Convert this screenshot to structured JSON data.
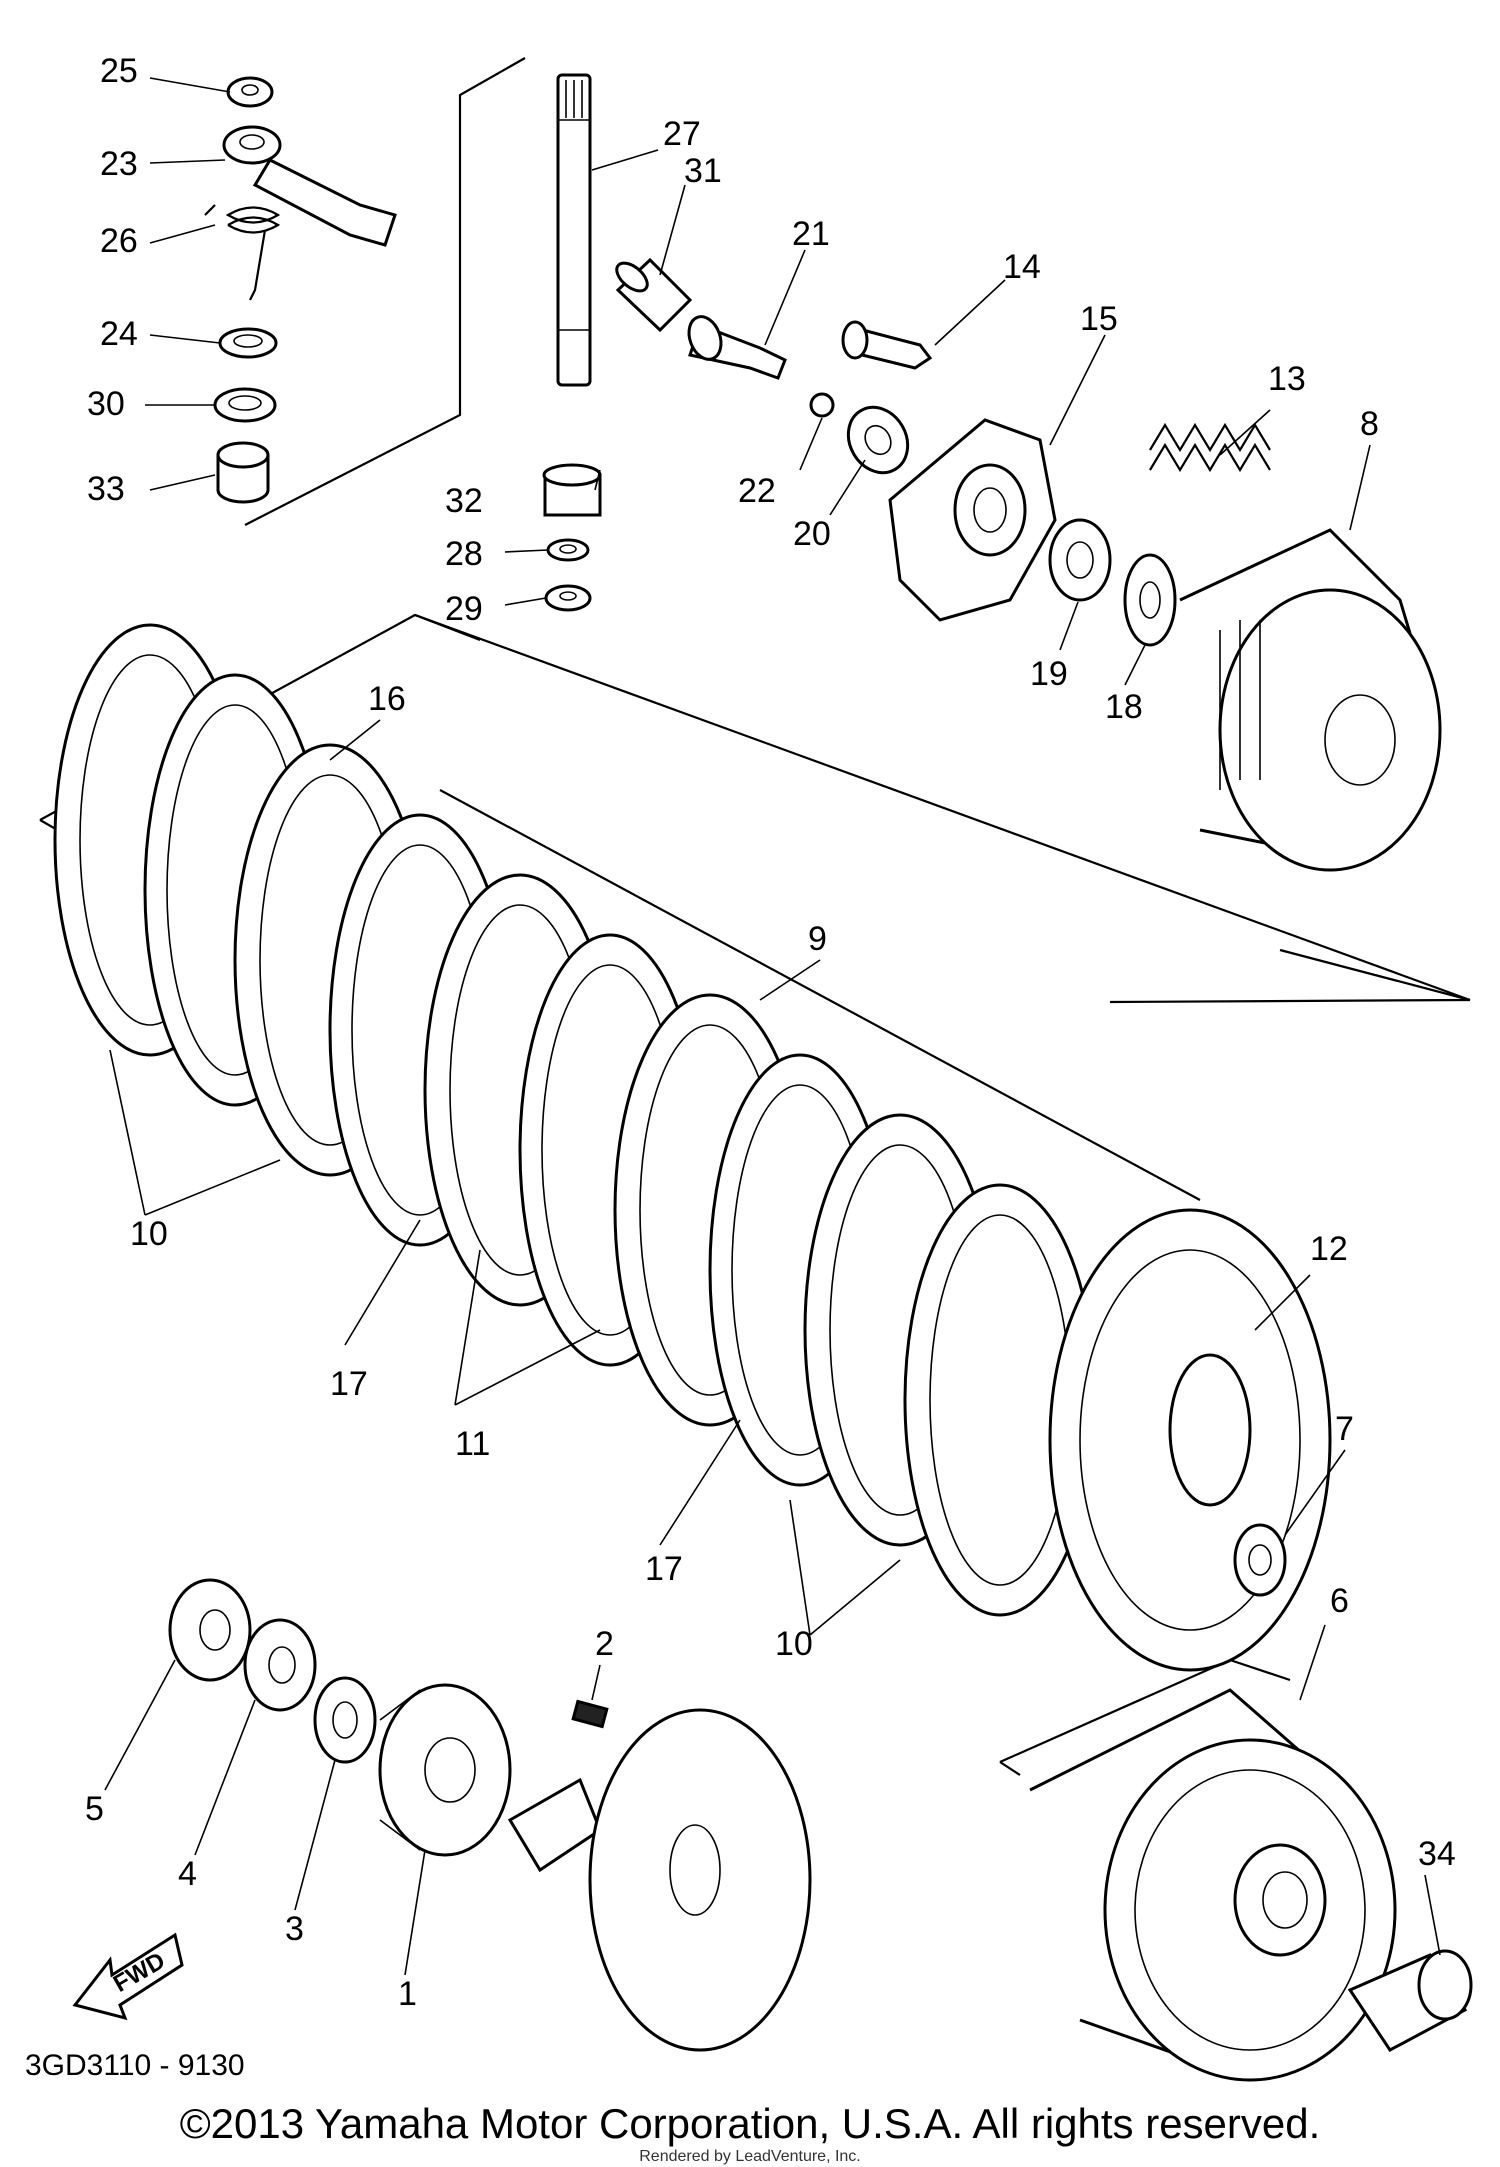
{
  "diagram": {
    "drawing_code": "3GD3110 - 9130",
    "fwd_label": "FWD",
    "callouts": [
      "25",
      "23",
      "26",
      "24",
      "30",
      "33",
      "27",
      "31",
      "21",
      "14",
      "15",
      "13",
      "8",
      "22",
      "20",
      "32",
      "28",
      "29",
      "19",
      "18",
      "16",
      "9",
      "10",
      "12",
      "17",
      "11",
      "7",
      "17",
      "10",
      "6",
      "2",
      "5",
      "4",
      "3",
      "1",
      "34"
    ]
  },
  "footer": {
    "copyright": "©2013 Yamaha Motor Corporation, U.S.A. All rights reserved.",
    "rendered_by": "Rendered by LeadVenture, Inc."
  }
}
